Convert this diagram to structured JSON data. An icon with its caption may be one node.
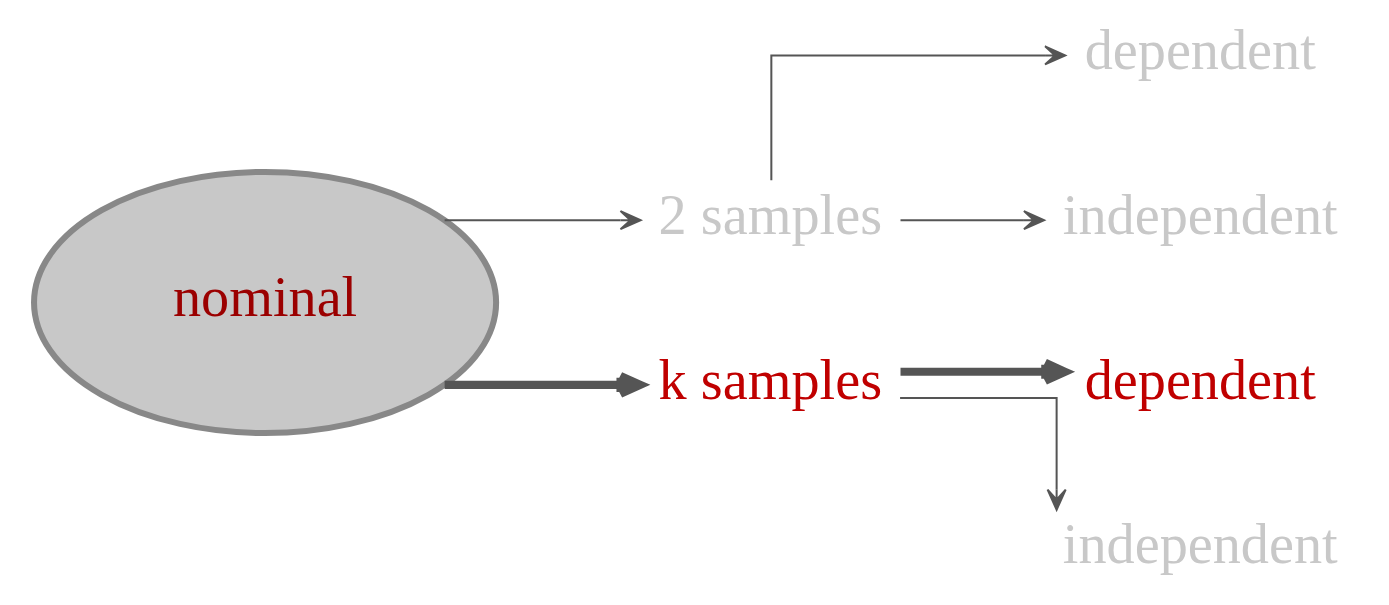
{
  "diagram": {
    "nodes": [
      {
        "text": [
          "nominal"
        ]
      },
      {
        "text": [
          "2 samples"
        ]
      },
      {
        "text": [
          "k samples"
        ]
      },
      {
        "text": [
          "dependent"
        ]
      },
      {
        "text": [
          "independent"
        ]
      },
      {
        "text": [
          "dependent"
        ]
      },
      {
        "text": [
          "independent"
        ]
      }
    ],
    "edges": [
      {
        "from": 0,
        "to": 1,
        "arrow": "to"
      },
      {
        "from": 0,
        "to": 2,
        "arrow": "to",
        "style": "thick"
      },
      {
        "from": 1,
        "to": 3,
        "arrow": "to"
      },
      {
        "from": 1,
        "to": 4,
        "arrow": "to"
      },
      {
        "from": 2,
        "to": 5,
        "arrow": "to",
        "style": "thick"
      },
      {
        "from": 2,
        "to": 6,
        "arrow": "to"
      }
    ]
  }
}
